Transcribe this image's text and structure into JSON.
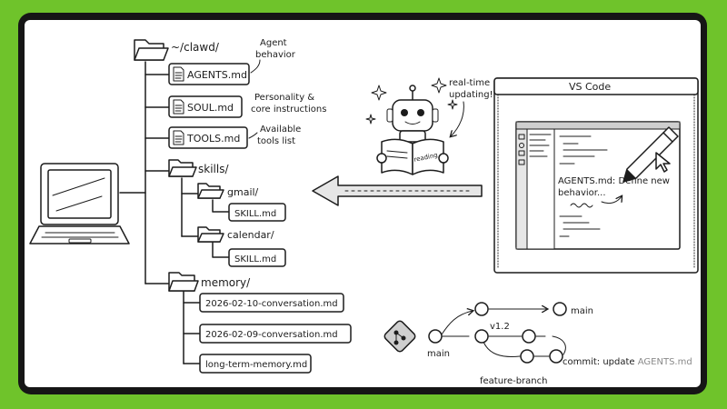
{
  "tree": {
    "root": "~/clawd/",
    "files": [
      {
        "name": "AGENTS.md",
        "note": [
          "Agent",
          "behavior"
        ]
      },
      {
        "name": "SOUL.md",
        "note": [
          "Personality &",
          "core instructions"
        ]
      },
      {
        "name": "TOOLS.md",
        "note": [
          "Available",
          "tools list"
        ]
      }
    ],
    "skills": {
      "folder": "skills/",
      "sub": [
        {
          "folder": "gmail/",
          "file": "SKILL.md"
        },
        {
          "folder": "calendar/",
          "file": "SKILL.md"
        }
      ]
    },
    "memory": {
      "folder": "memory/",
      "files": [
        "2026-02-10-conversation.md",
        "2026-02-09-conversation.md",
        "long-term-memory.md"
      ]
    }
  },
  "robot": {
    "book_label": "reading",
    "note": [
      "real-time",
      "updating!"
    ]
  },
  "vscode": {
    "title": "VS Code",
    "annotation": [
      "AGENTS.md: Define new",
      "behavior..."
    ]
  },
  "git": {
    "main_start": "main",
    "main_end": "main",
    "tag": "v1.2",
    "branch": "feature-branch",
    "commit_prefix": "commit: update ",
    "commit_file": "AGENTS.md",
    "commit_file_color": "#8a8a8a"
  },
  "colors": {
    "background": "#6fc32b",
    "frame": "#161616",
    "ink": "#1c1c1c",
    "panel": "#ffffff"
  }
}
